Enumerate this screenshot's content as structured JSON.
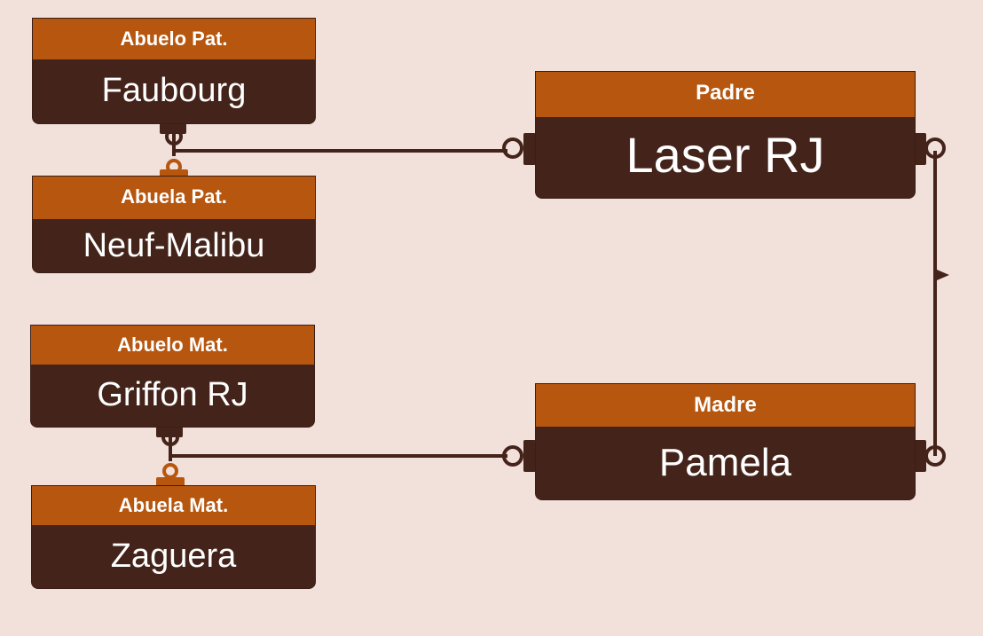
{
  "colors": {
    "background": "#f2e0da",
    "header": "#b6560f",
    "body": "#44241a",
    "connector": "#44241a",
    "text": "#ffffff"
  },
  "nodes": {
    "abuelo_pat": {
      "role": "Abuelo Pat.",
      "name": "Faubourg"
    },
    "abuela_pat": {
      "role": "Abuela Pat.",
      "name": "Neuf-Malibu"
    },
    "abuelo_mat": {
      "role": "Abuelo Mat.",
      "name": "Griffon RJ"
    },
    "abuela_mat": {
      "role": "Abuela Mat.",
      "name": "Zaguera"
    },
    "padre": {
      "role": "Padre",
      "name": "Laser RJ"
    },
    "madre": {
      "role": "Madre",
      "name": "Pamela"
    }
  }
}
